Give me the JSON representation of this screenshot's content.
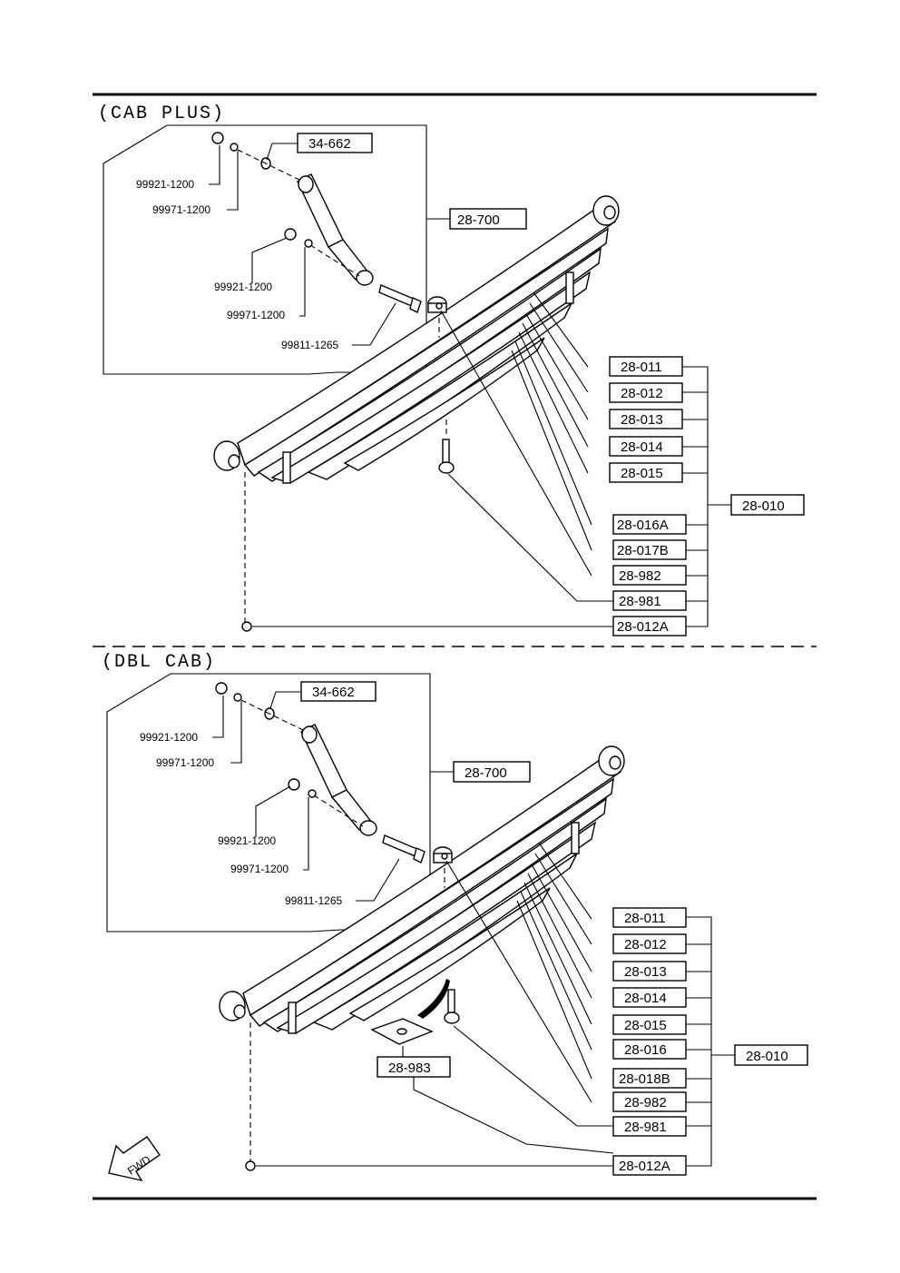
{
  "sections": [
    {
      "title": "(CAB  PLUS)",
      "inset": {
        "assembly_label": "28-700",
        "callouts": [
          "34-662",
          "99921-1200",
          "99971-1200",
          "99921-1200",
          "99971-1200",
          "99811-1265"
        ]
      },
      "spring_parts": [
        "28-011",
        "28-012",
        "28-013",
        "28-014",
        "28-015",
        "28-016A",
        "28-017B",
        "28-982",
        "28-981",
        "28-012A"
      ],
      "group_label": "28-010"
    },
    {
      "title": "(DBL  CAB)",
      "inset": {
        "assembly_label": "28-700",
        "callouts": [
          "34-662",
          "99921-1200",
          "99971-1200",
          "99921-1200",
          "99971-1200",
          "99811-1265"
        ]
      },
      "spring_parts": [
        "28-011",
        "28-012",
        "28-013",
        "28-014",
        "28-015",
        "28-016",
        "28-018B",
        "28-982",
        "28-981",
        "28-012A"
      ],
      "extra_part": "28-983",
      "group_label": "28-010"
    }
  ],
  "fwd_label": "FWD"
}
